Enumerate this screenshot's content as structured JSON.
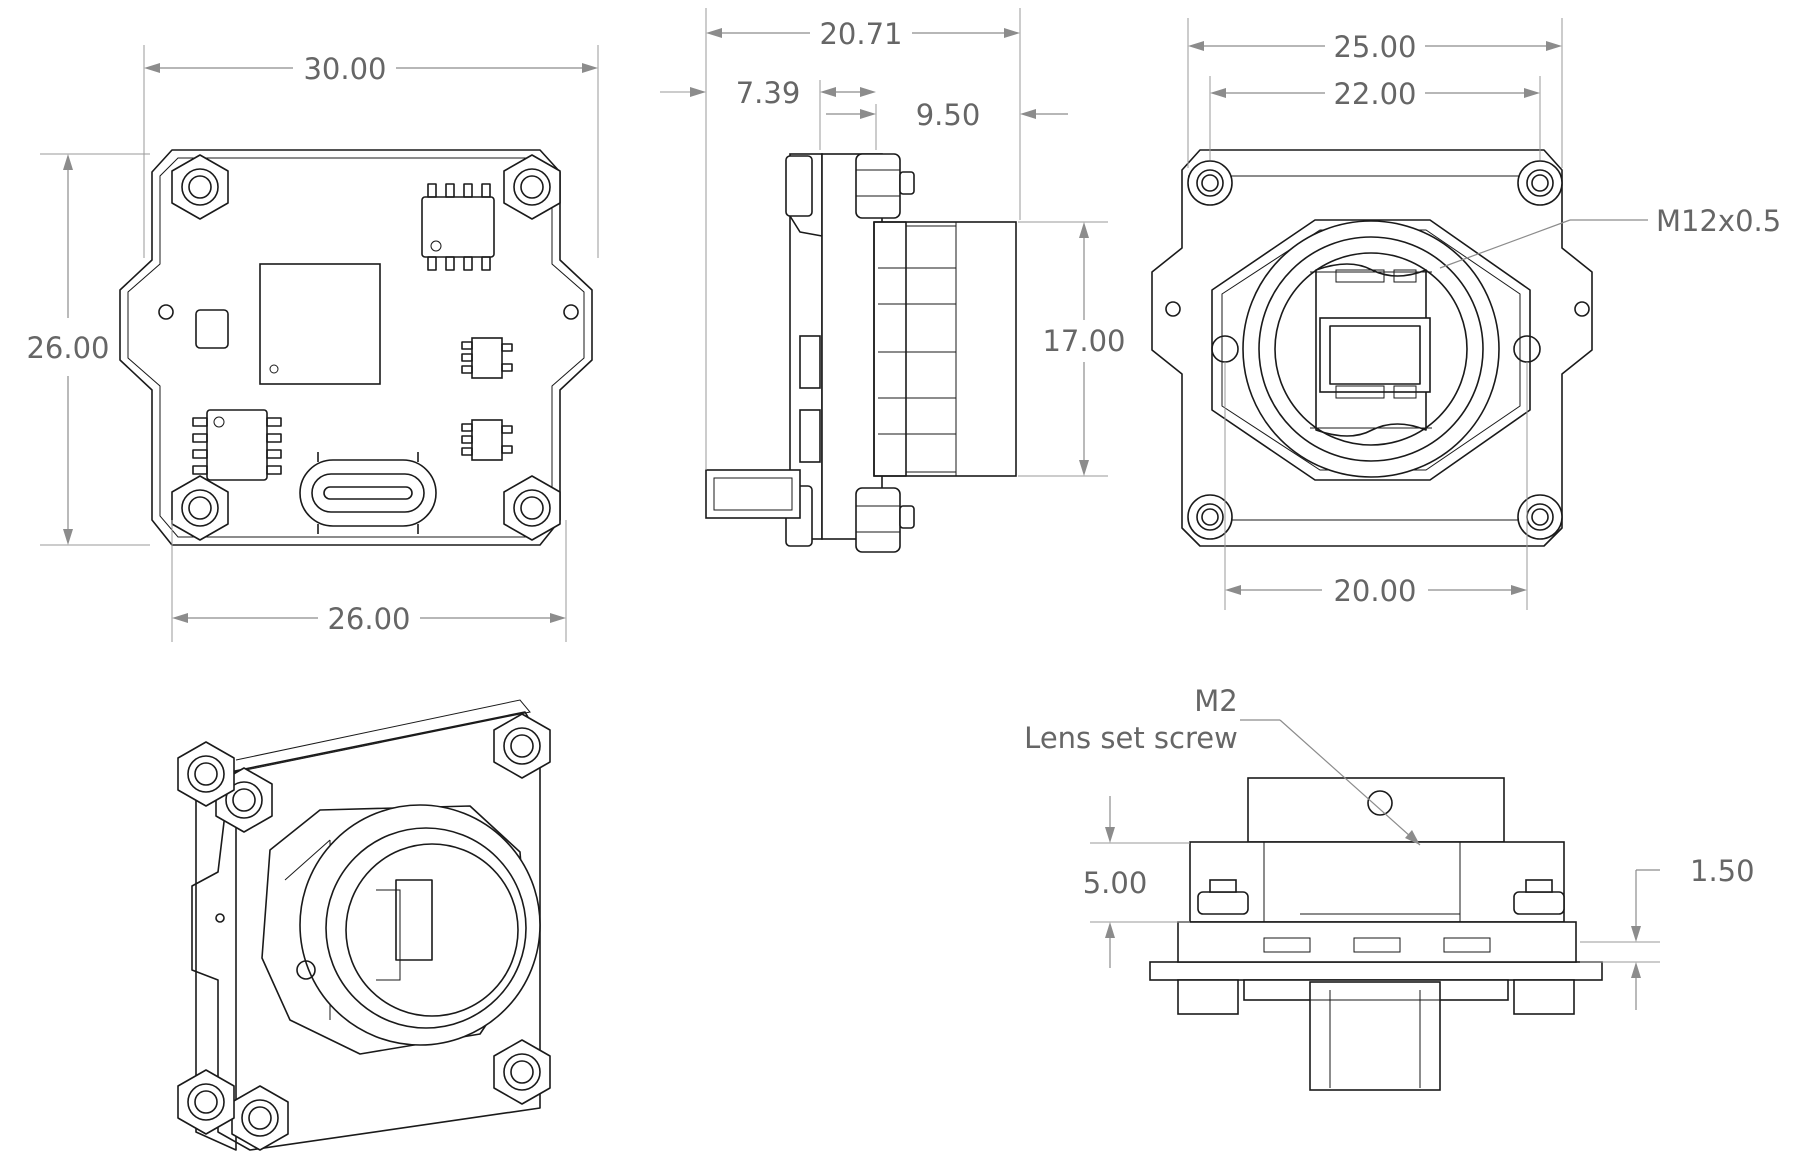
{
  "dimensions": {
    "front_width": "30.00",
    "front_height": "26.00",
    "front_hole_spacing": "26.00",
    "side_depth": "20.71",
    "side_pcb": "7.39",
    "side_lens": "9.50",
    "side_lens_dia": "17.00",
    "rear_width": "25.00",
    "rear_holes_top": "22.00",
    "rear_holes_bottom": "20.00",
    "bottom_height": "5.00",
    "bottom_offset": "1.50"
  },
  "callouts": {
    "lens_thread": "M12x0.5",
    "screw_size": "M2",
    "screw_desc": "Lens set screw"
  }
}
